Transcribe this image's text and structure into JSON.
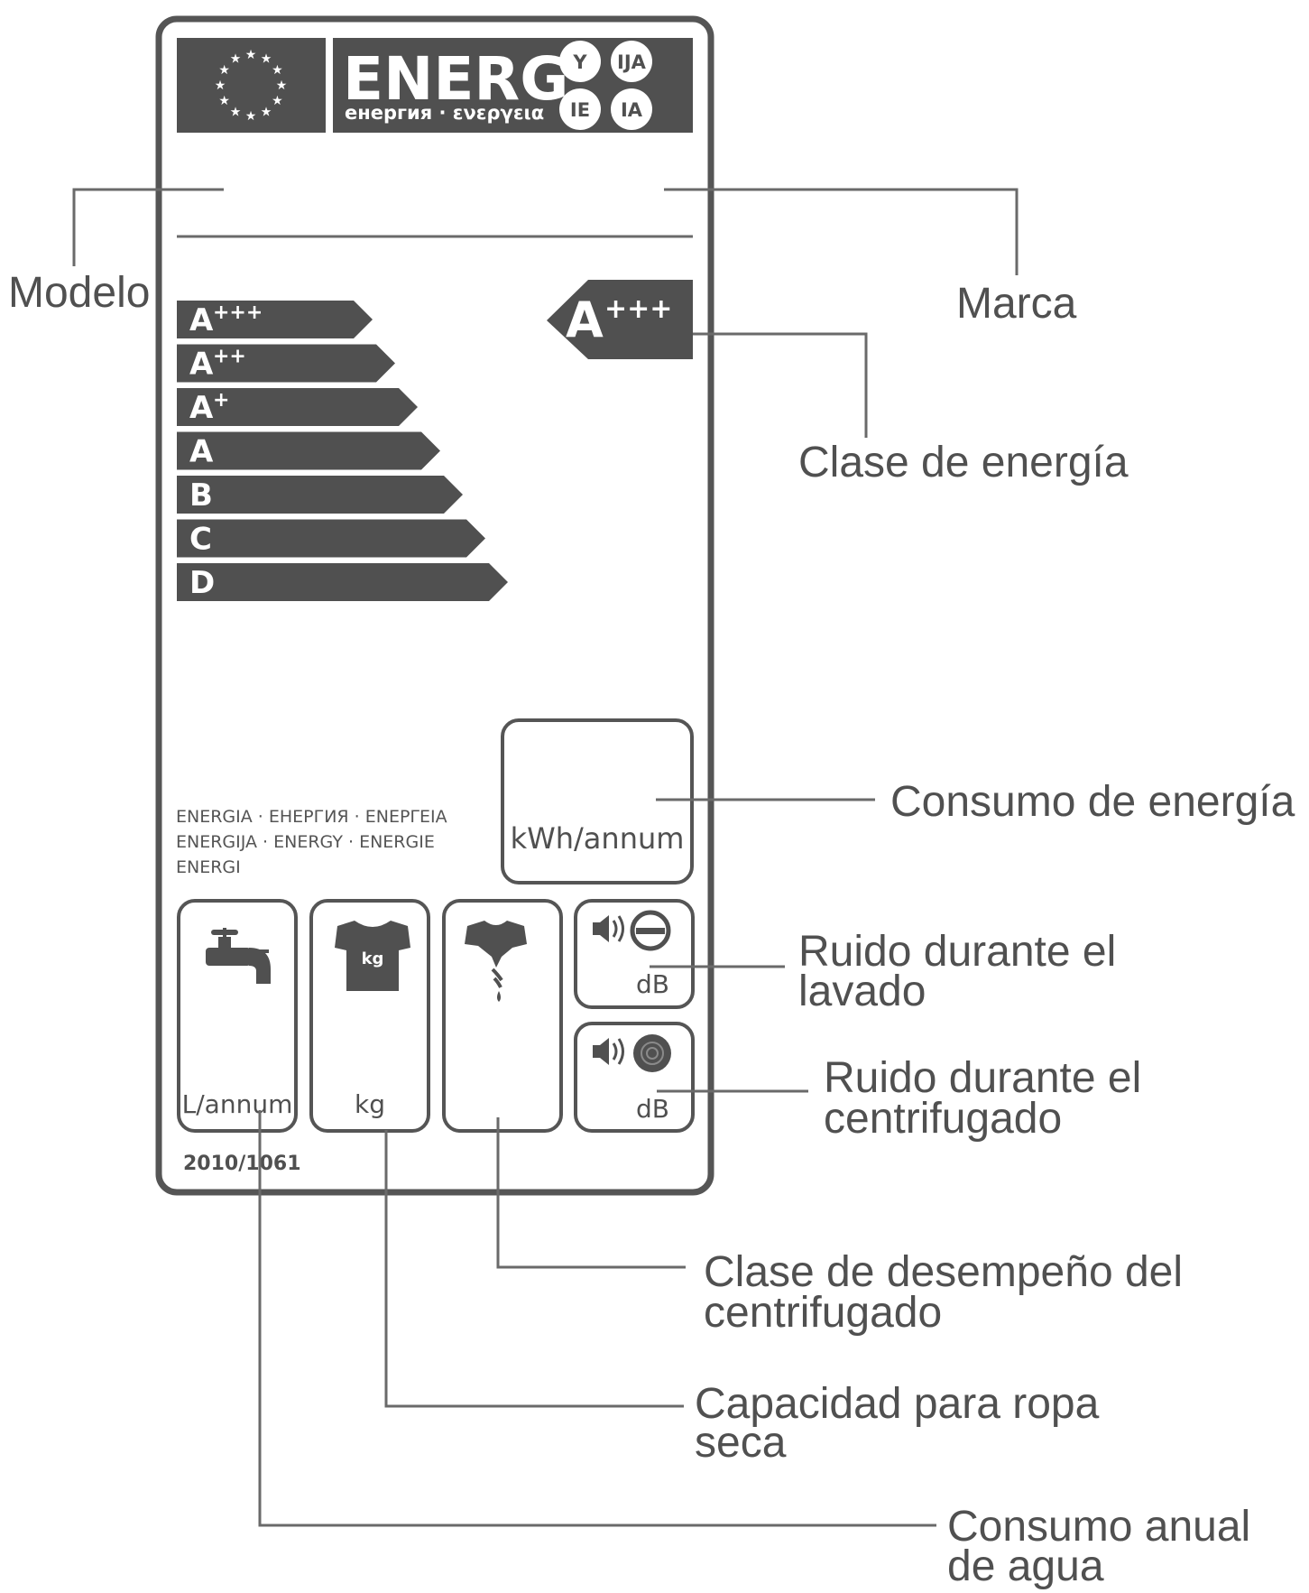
{
  "label": {
    "header": {
      "logo_word": "ENERG",
      "logo_subtitle": "енергия · ενεργεια",
      "lang_badges": [
        "Y",
        "IJA",
        "IE",
        "IA"
      ]
    },
    "energy_scale": [
      {
        "letter": "A",
        "sup": "+++"
      },
      {
        "letter": "A",
        "sup": "++"
      },
      {
        "letter": "A",
        "sup": "+"
      },
      {
        "letter": "A",
        "sup": ""
      },
      {
        "letter": "B",
        "sup": ""
      },
      {
        "letter": "C",
        "sup": ""
      },
      {
        "letter": "D",
        "sup": ""
      }
    ],
    "class_pointer": {
      "letter": "A",
      "sup": "+++"
    },
    "energy_words": [
      "ENERGIA · ЕНЕРГИЯ · ΕΝΕΡΓΕΙΑ",
      "ENERGIJA · ENERGY · ENERGIE",
      "ENERGI"
    ],
    "energy_unit": "kWh/annum",
    "water_unit": "L/annum",
    "capacity_unit": "kg",
    "capacity_icon_text": "kg",
    "noise_unit_wash": "dB",
    "noise_unit_spin": "dB",
    "regulation": "2010/1061"
  },
  "callouts": {
    "modelo": "Modelo",
    "marca": "Marca",
    "clase_energia": "Clase de energía",
    "consumo_energia": "Consumo de energía",
    "ruido_lavado": [
      "Ruido durante el",
      "lavado"
    ],
    "ruido_centrifugado": [
      "Ruido durante el",
      "centrifugado"
    ],
    "clase_centrifugado": [
      "Clase de desempeño del",
      "centrifugado"
    ],
    "capacidad": [
      "Capacidad para ropa",
      "seca"
    ],
    "consumo_agua": [
      "Consumo anual",
      "de agua"
    ]
  },
  "colors": {
    "dark_fill": "#505050",
    "frame": "#555555",
    "leader": "#6a6a6a"
  }
}
